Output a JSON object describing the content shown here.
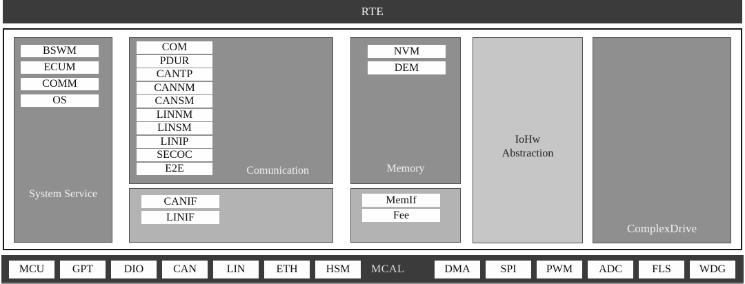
{
  "colors": {
    "dark_bar": "#3b3b3b",
    "block_gray_medium": "#8f8f8f",
    "block_gray_light": "#b3b3b3",
    "block_gray_pale": "#c6c6c6",
    "module_box": "#ffffff"
  },
  "rte": {
    "label": "RTE"
  },
  "system_service": {
    "label": "System Service",
    "modules": [
      "BSWM",
      "ECUM",
      "COMM",
      "OS"
    ]
  },
  "communication": {
    "label": "Comunication",
    "modules": [
      "COM",
      "PDUR",
      "CANTP",
      "CANNM",
      "CANSM",
      "LINNM",
      "LINSM",
      "LINIP",
      "SECOC",
      "E2E"
    ],
    "interfaces": [
      "CANIF",
      "LINIF"
    ]
  },
  "memory": {
    "label": "Memory",
    "modules": [
      "NVM",
      "DEM"
    ],
    "interfaces": [
      "MemIf",
      "Fee"
    ]
  },
  "iohw_abstraction": {
    "lines": [
      "IoHw",
      "Abstraction"
    ]
  },
  "complex_drive": {
    "label": "ComplexDrive"
  },
  "mcal": {
    "label": "MCAL",
    "left_modules": [
      "MCU",
      "GPT",
      "DIO",
      "CAN",
      "LIN",
      "ETH",
      "HSM"
    ],
    "right_modules": [
      "DMA",
      "SPI",
      "PWM",
      "ADC",
      "FLS",
      "WDG"
    ]
  }
}
